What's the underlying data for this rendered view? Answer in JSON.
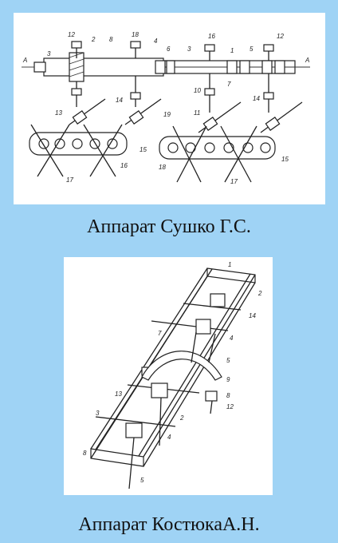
{
  "captions": {
    "first": "Аппарат Сушко Г.С.",
    "second": "Аппарат КостюкаА.Н."
  },
  "figure1_labels": {
    "section_left": "А",
    "section_right": "А",
    "n12a": "12",
    "n2": "2",
    "n8": "8",
    "n18": "18",
    "n4": "4",
    "n16": "16",
    "n1": "1",
    "n12b": "12",
    "n3a": "3",
    "n6": "6",
    "n3b": "3",
    "n5": "5",
    "n7": "7",
    "n10": "10",
    "n14a": "14",
    "n14b": "14",
    "n13": "13",
    "n19": "19",
    "n11": "11",
    "n15a": "15",
    "n15b": "15",
    "n16b": "16",
    "n18b": "18",
    "n17a": "17",
    "n17b": "17"
  },
  "figure2_labels": {
    "n1": "1",
    "n2a": "2",
    "n14": "14",
    "n7": "7",
    "n4": "4",
    "n5a": "5",
    "n9": "9",
    "n13": "13",
    "n8a": "8",
    "n12": "12",
    "n3": "3",
    "n2b": "2",
    "n8b": "8",
    "n5b": "5",
    "n4b": "4"
  },
  "colors": {
    "background": "#9fd3f5",
    "panel": "#ffffff",
    "ink": "#222222"
  }
}
